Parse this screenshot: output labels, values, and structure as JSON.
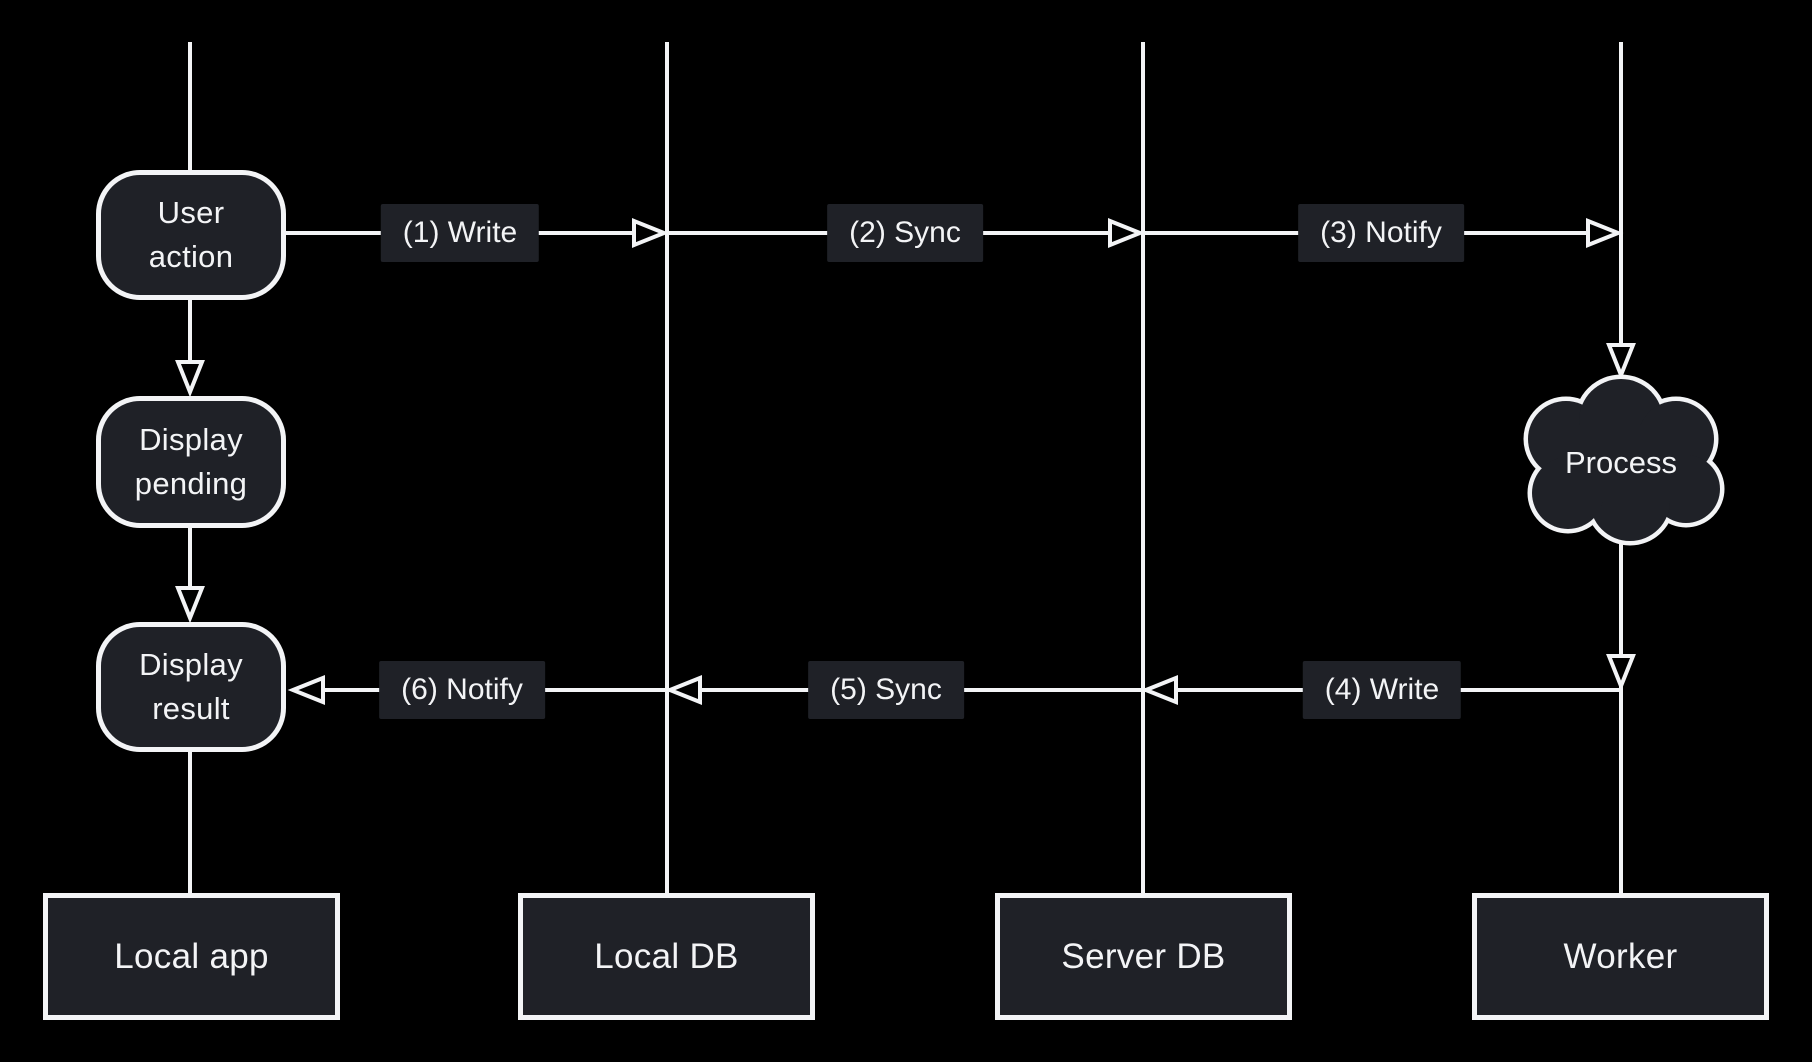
{
  "diagram": {
    "type": "sync-sequence-flow",
    "colors": {
      "background": "#000000",
      "shape_fill": "#1f2127",
      "stroke": "#f3f4f6",
      "text": "#f3f4f6"
    },
    "nodes": {
      "user_action": {
        "lines": [
          "User",
          "action"
        ]
      },
      "display_pending": {
        "lines": [
          "Display",
          "pending"
        ]
      },
      "display_result": {
        "lines": [
          "Display",
          "result"
        ]
      },
      "process": {
        "label": "Process"
      }
    },
    "edges": {
      "e1": "(1) Write",
      "e2": "(2) Sync",
      "e3": "(3) Notify",
      "e4": "(4) Write",
      "e5": "(5) Sync",
      "e6": "(6) Notify"
    },
    "lanes": {
      "local_app": "Local app",
      "local_db": "Local DB",
      "server_db": "Server DB",
      "worker": "Worker"
    }
  }
}
